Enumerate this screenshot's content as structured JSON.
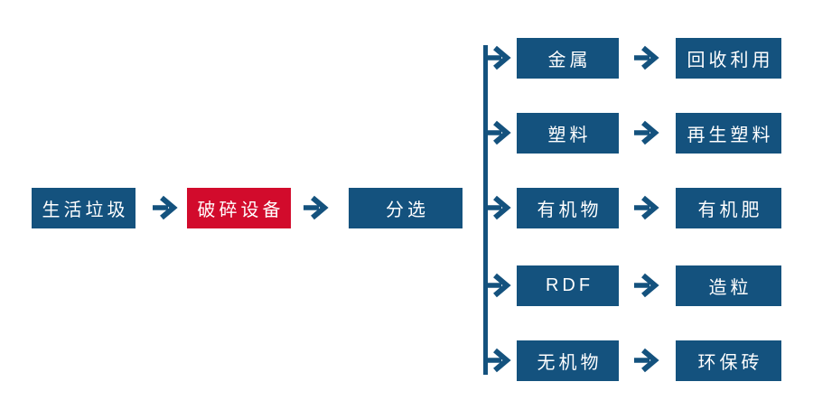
{
  "colors": {
    "primary_blue": "#14527E",
    "accent_red": "#D20B2C",
    "text_white": "#FFFFFF",
    "background": "#FFFFFF"
  },
  "icons": {
    "arrow_right": "→"
  },
  "flow": {
    "main_nodes": [
      {
        "label": "生活垃圾",
        "variant": "blue"
      },
      {
        "label": "破碎设备",
        "variant": "red"
      },
      {
        "label": "分选",
        "variant": "blue"
      }
    ],
    "branches": [
      {
        "output": "金属",
        "result": "回收利用"
      },
      {
        "output": "塑料",
        "result": "再生塑料"
      },
      {
        "output": "有机物",
        "result": "有机肥"
      },
      {
        "output": "RDF",
        "result": "造粒"
      },
      {
        "output": "无机物",
        "result": "环保砖"
      }
    ]
  }
}
